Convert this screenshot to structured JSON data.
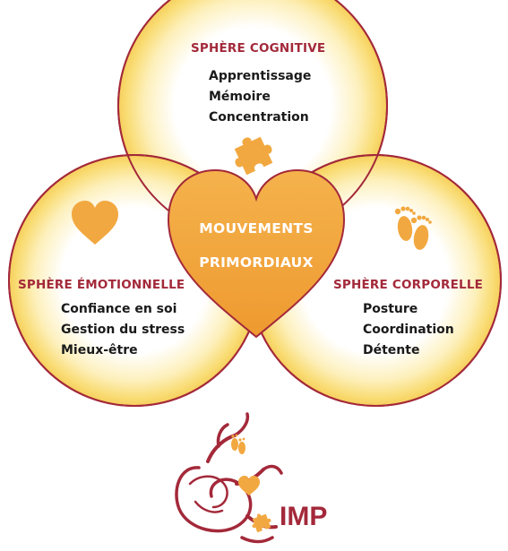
{
  "center": {
    "line1": "MOUVEMENTS",
    "line2": "PRIMORDIAUX"
  },
  "spheres": {
    "cognitive": {
      "title": "SPHÈRE COGNITIVE",
      "items": [
        "Apprentissage",
        "Mémoire",
        "Concentration"
      ],
      "icon": "puzzle-piece-icon"
    },
    "emotional": {
      "title": "SPHÈRE ÉMOTIONNELLE",
      "items": [
        "Confiance en soi",
        "Gestion du stress",
        "Mieux-être"
      ],
      "icon": "heart-icon"
    },
    "body": {
      "title": "SPHÈRE CORPORELLE",
      "items": [
        "Posture",
        "Coordination",
        "Détente"
      ],
      "icon": "footprints-icon"
    }
  },
  "logo": {
    "text": "IMP"
  },
  "colors": {
    "accent": "#a3293a",
    "orange": "#f2a840",
    "glow": "#fbe07a"
  }
}
